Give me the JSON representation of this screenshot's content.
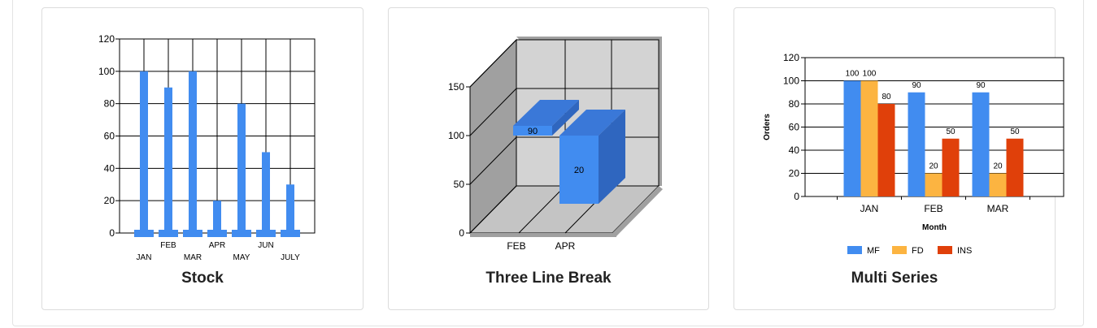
{
  "cards": [
    {
      "title": "Stock"
    },
    {
      "title": "Three Line Break"
    },
    {
      "title": "Multi Series"
    }
  ],
  "chart_data": [
    {
      "type": "bar",
      "title": "Stock",
      "categories": [
        "JAN",
        "FEB",
        "MAR",
        "APR",
        "MAY",
        "JUN",
        "JULY"
      ],
      "values": [
        100,
        90,
        100,
        20,
        80,
        50,
        30
      ],
      "ylim": [
        0,
        120
      ],
      "yticks": [
        0,
        20,
        40,
        60,
        80,
        100,
        120
      ],
      "grid": true,
      "color": "#418CF0"
    },
    {
      "type": "bar",
      "title": "Three Line Break",
      "categories": [
        "FEB",
        "APR"
      ],
      "boxes": [
        {
          "category": "FEB",
          "low": 100,
          "high": 110,
          "label": "90"
        },
        {
          "category": "APR",
          "low": 30,
          "high": 100,
          "label": "20"
        }
      ],
      "ylim": [
        0,
        150
      ],
      "yticks": [
        0,
        50,
        100,
        150
      ],
      "grid": true,
      "color": "#418CF0"
    },
    {
      "type": "bar",
      "title": "Multi Series",
      "categories": [
        "JAN",
        "FEB",
        "MAR"
      ],
      "series": [
        {
          "name": "MF",
          "values": [
            100,
            90,
            90
          ],
          "color": "#418CF0"
        },
        {
          "name": "FD",
          "values": [
            100,
            20,
            20
          ],
          "color": "#FCB441"
        },
        {
          "name": "INS",
          "values": [
            80,
            50,
            50
          ],
          "color": "#E0400A"
        }
      ],
      "xlabel": "Month",
      "ylabel": "Orders",
      "ylim": [
        0,
        120
      ],
      "yticks": [
        0,
        20,
        40,
        60,
        80,
        100,
        120
      ],
      "grid": true,
      "legend": "bottom"
    }
  ]
}
